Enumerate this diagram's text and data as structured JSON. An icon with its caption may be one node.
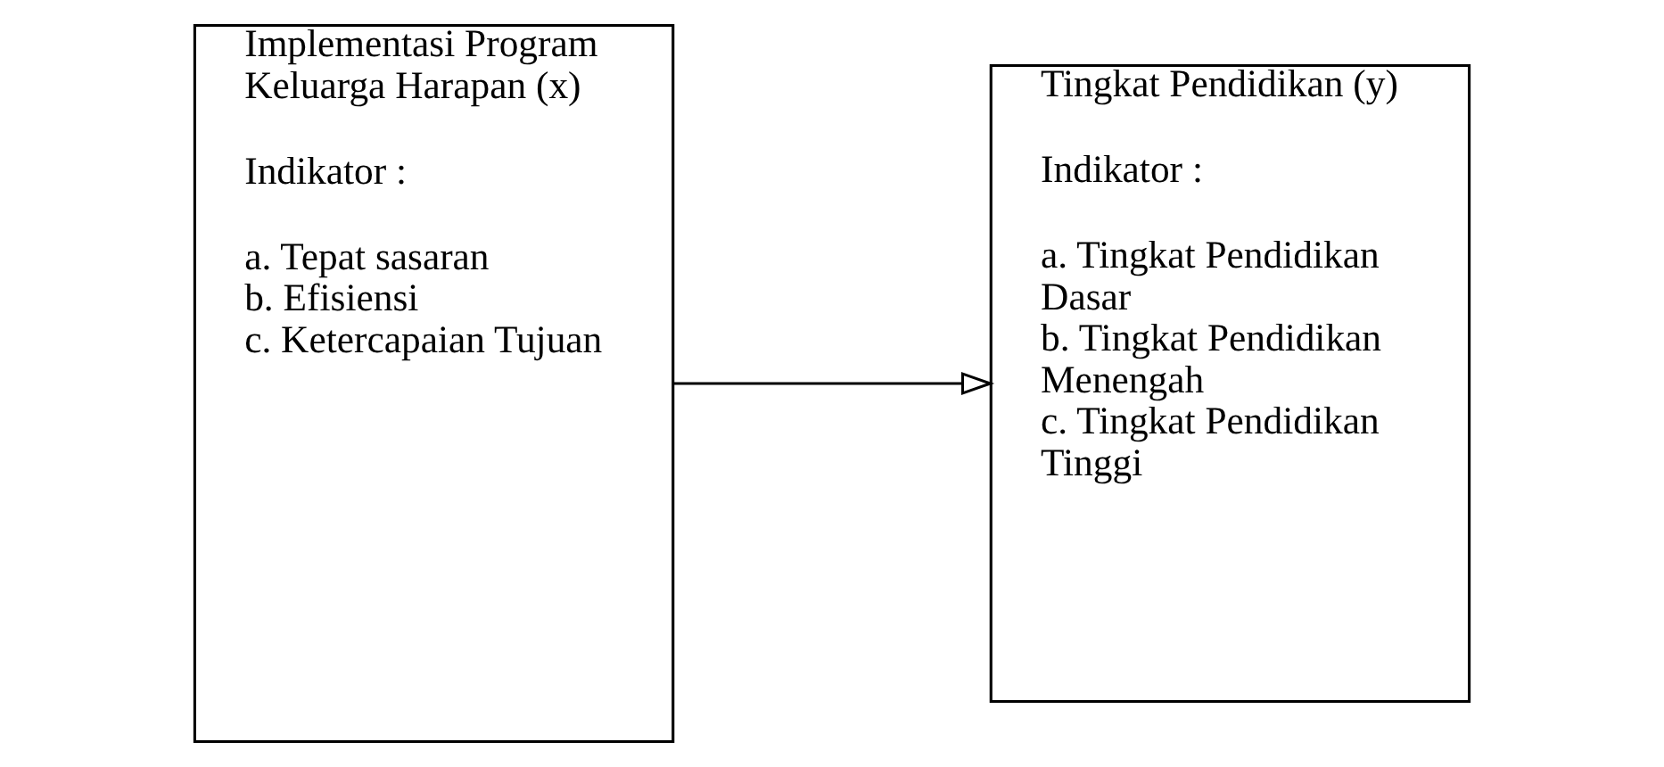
{
  "diagram": {
    "nodes": [
      {
        "text": [
          "Implementasi Program Keluarga Harapan (x)",
          "Indikator :",
          "a. Tepat sasaran",
          "b. Efisiensi",
          "c. Ketercapaian Tujuan"
        ]
      },
      {
        "text": [
          "Tingkat Pendidikan (y)",
          "Indikator :",
          "a. Tingkat Pendidikan Dasar",
          "b. Tingkat Pendidikan Menengah",
          "c. Tingkat Pendidikan Tinggi"
        ]
      }
    ],
    "edges": [
      {
        "from": 0,
        "to": 1,
        "arrow": "to"
      }
    ]
  }
}
